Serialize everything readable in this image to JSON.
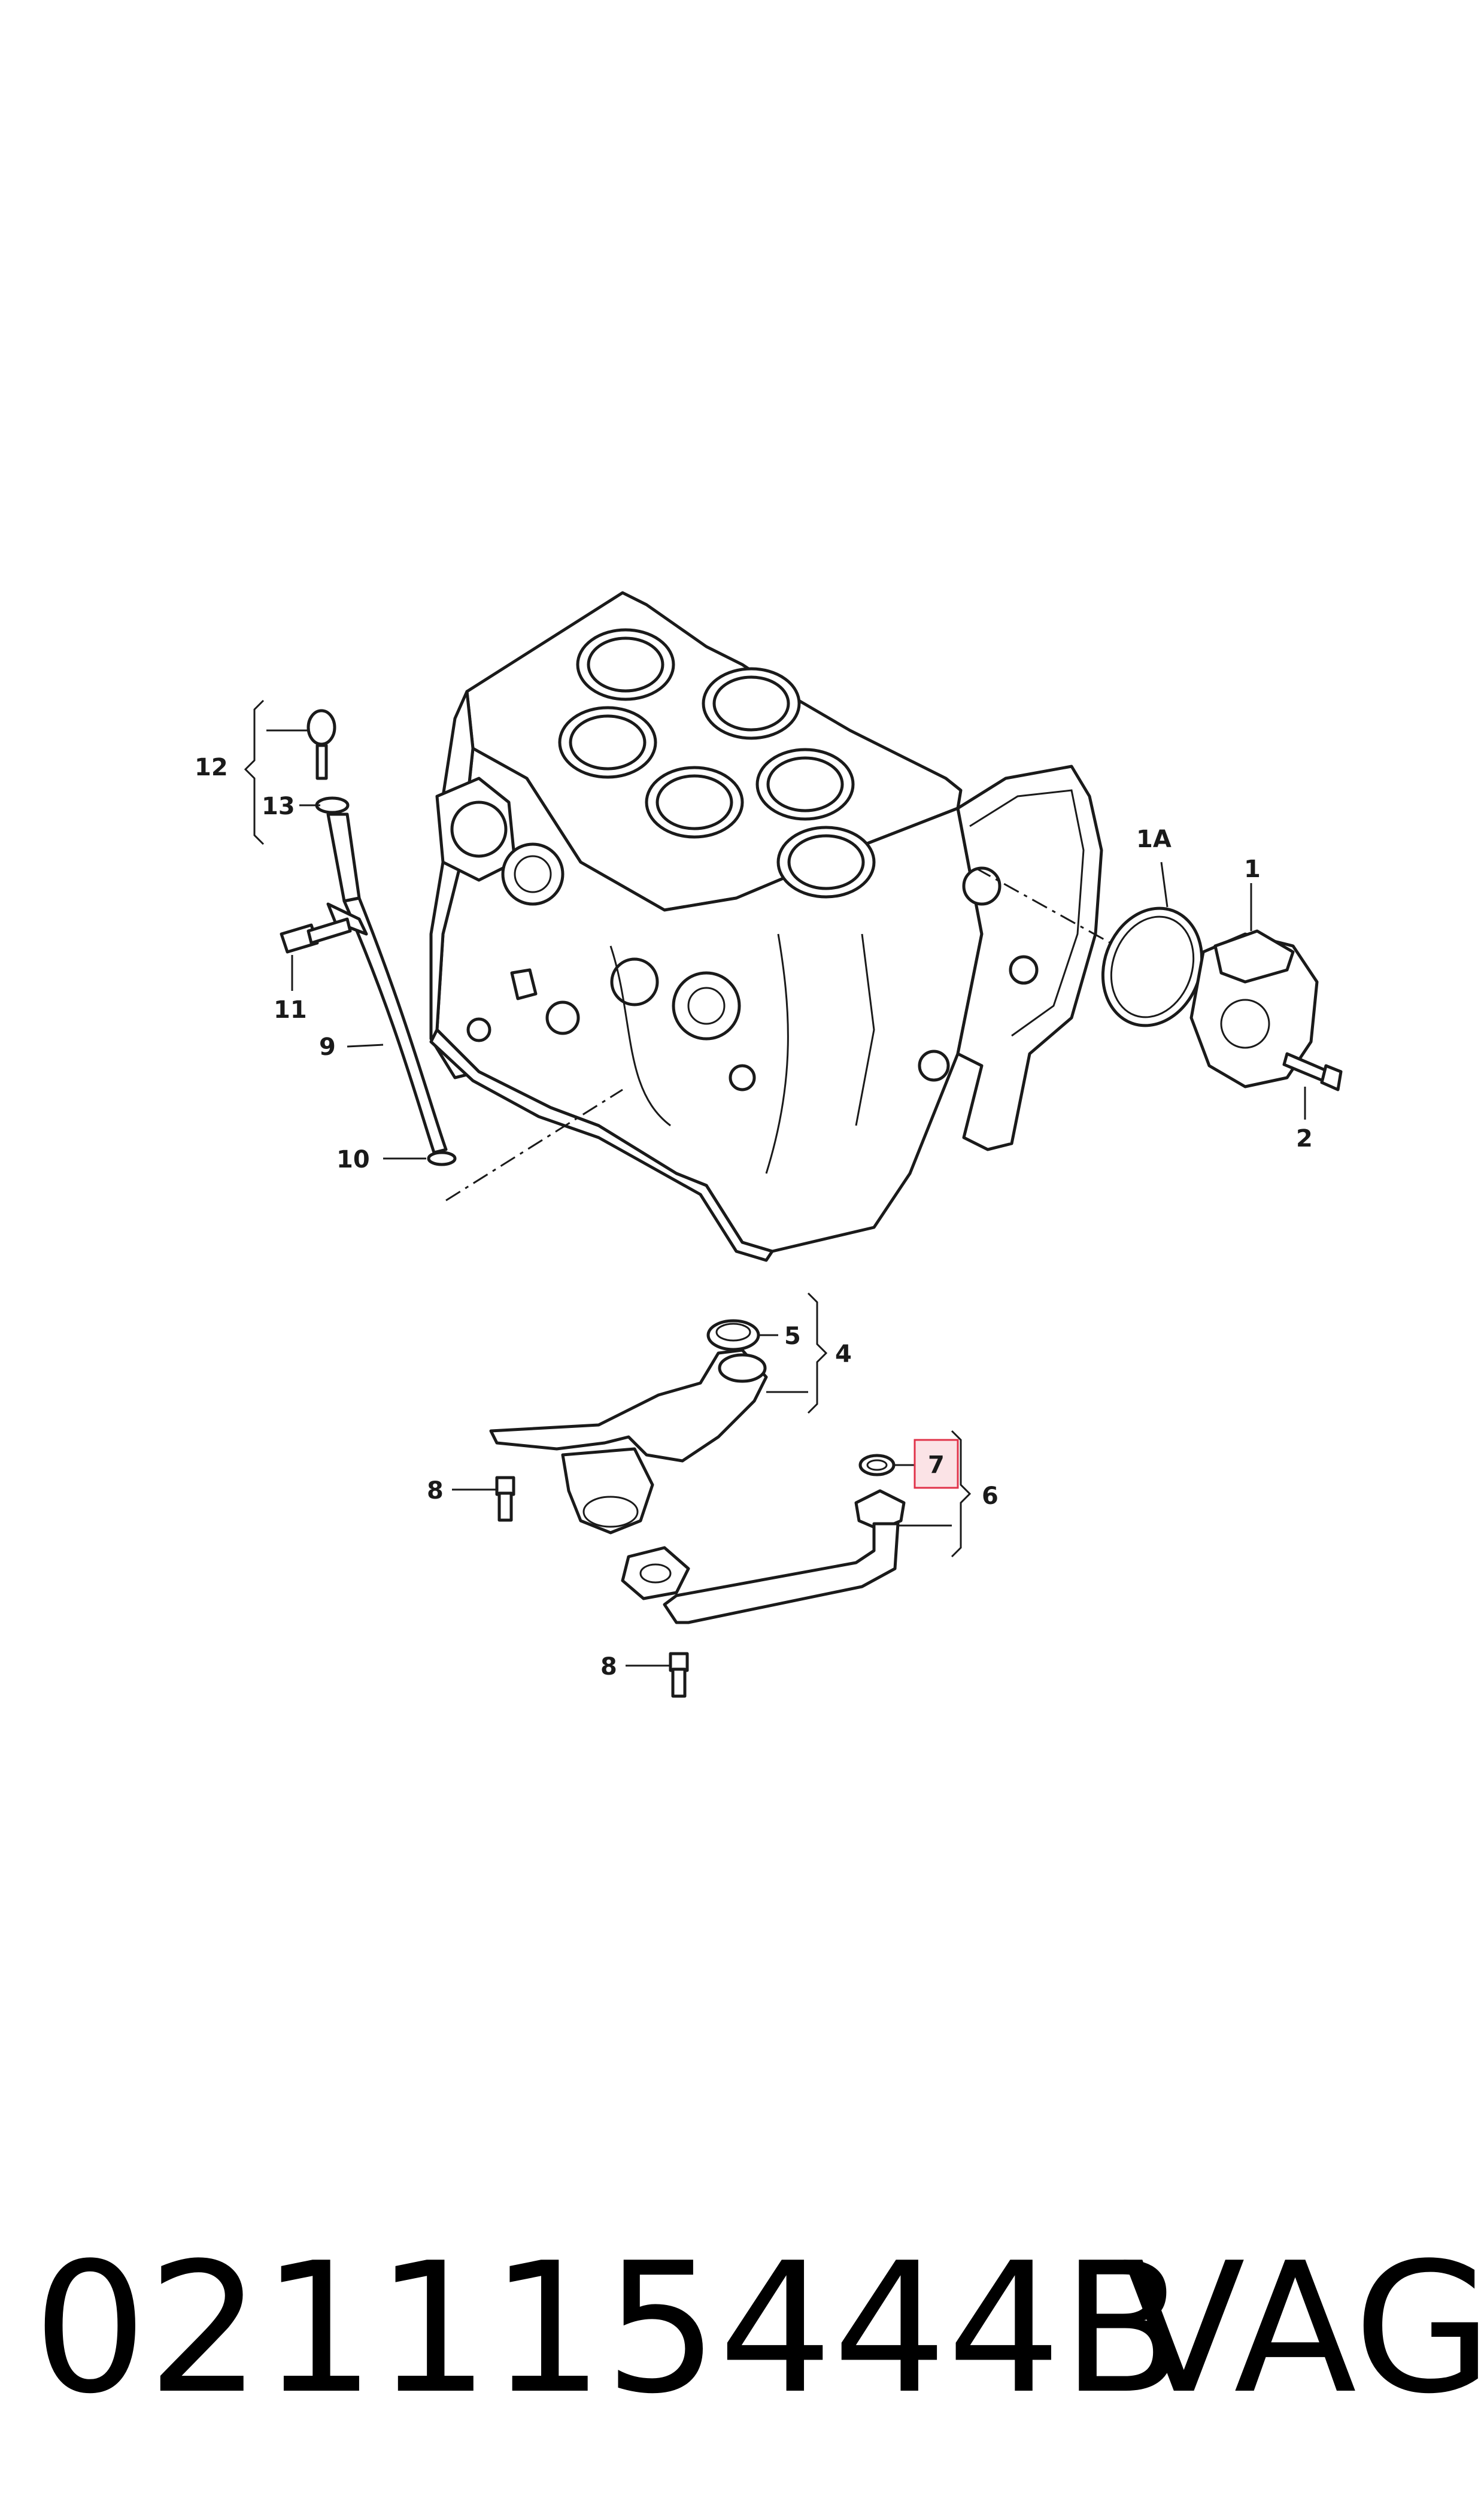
{
  "callouts": {
    "c1": "1",
    "c1A": "1A",
    "c2": "2",
    "c4": "4",
    "c5": "5",
    "c6": "6",
    "c7": "7",
    "c8a": "8",
    "c8b": "8",
    "c9": "9",
    "c10": "10",
    "c11": "11",
    "c12": "12",
    "c13": "13"
  },
  "highlight_color": "#e0334a",
  "highlight_fill": "#fbe3e6",
  "footer": {
    "part_number": "021115444B",
    "brand": "VAG"
  }
}
